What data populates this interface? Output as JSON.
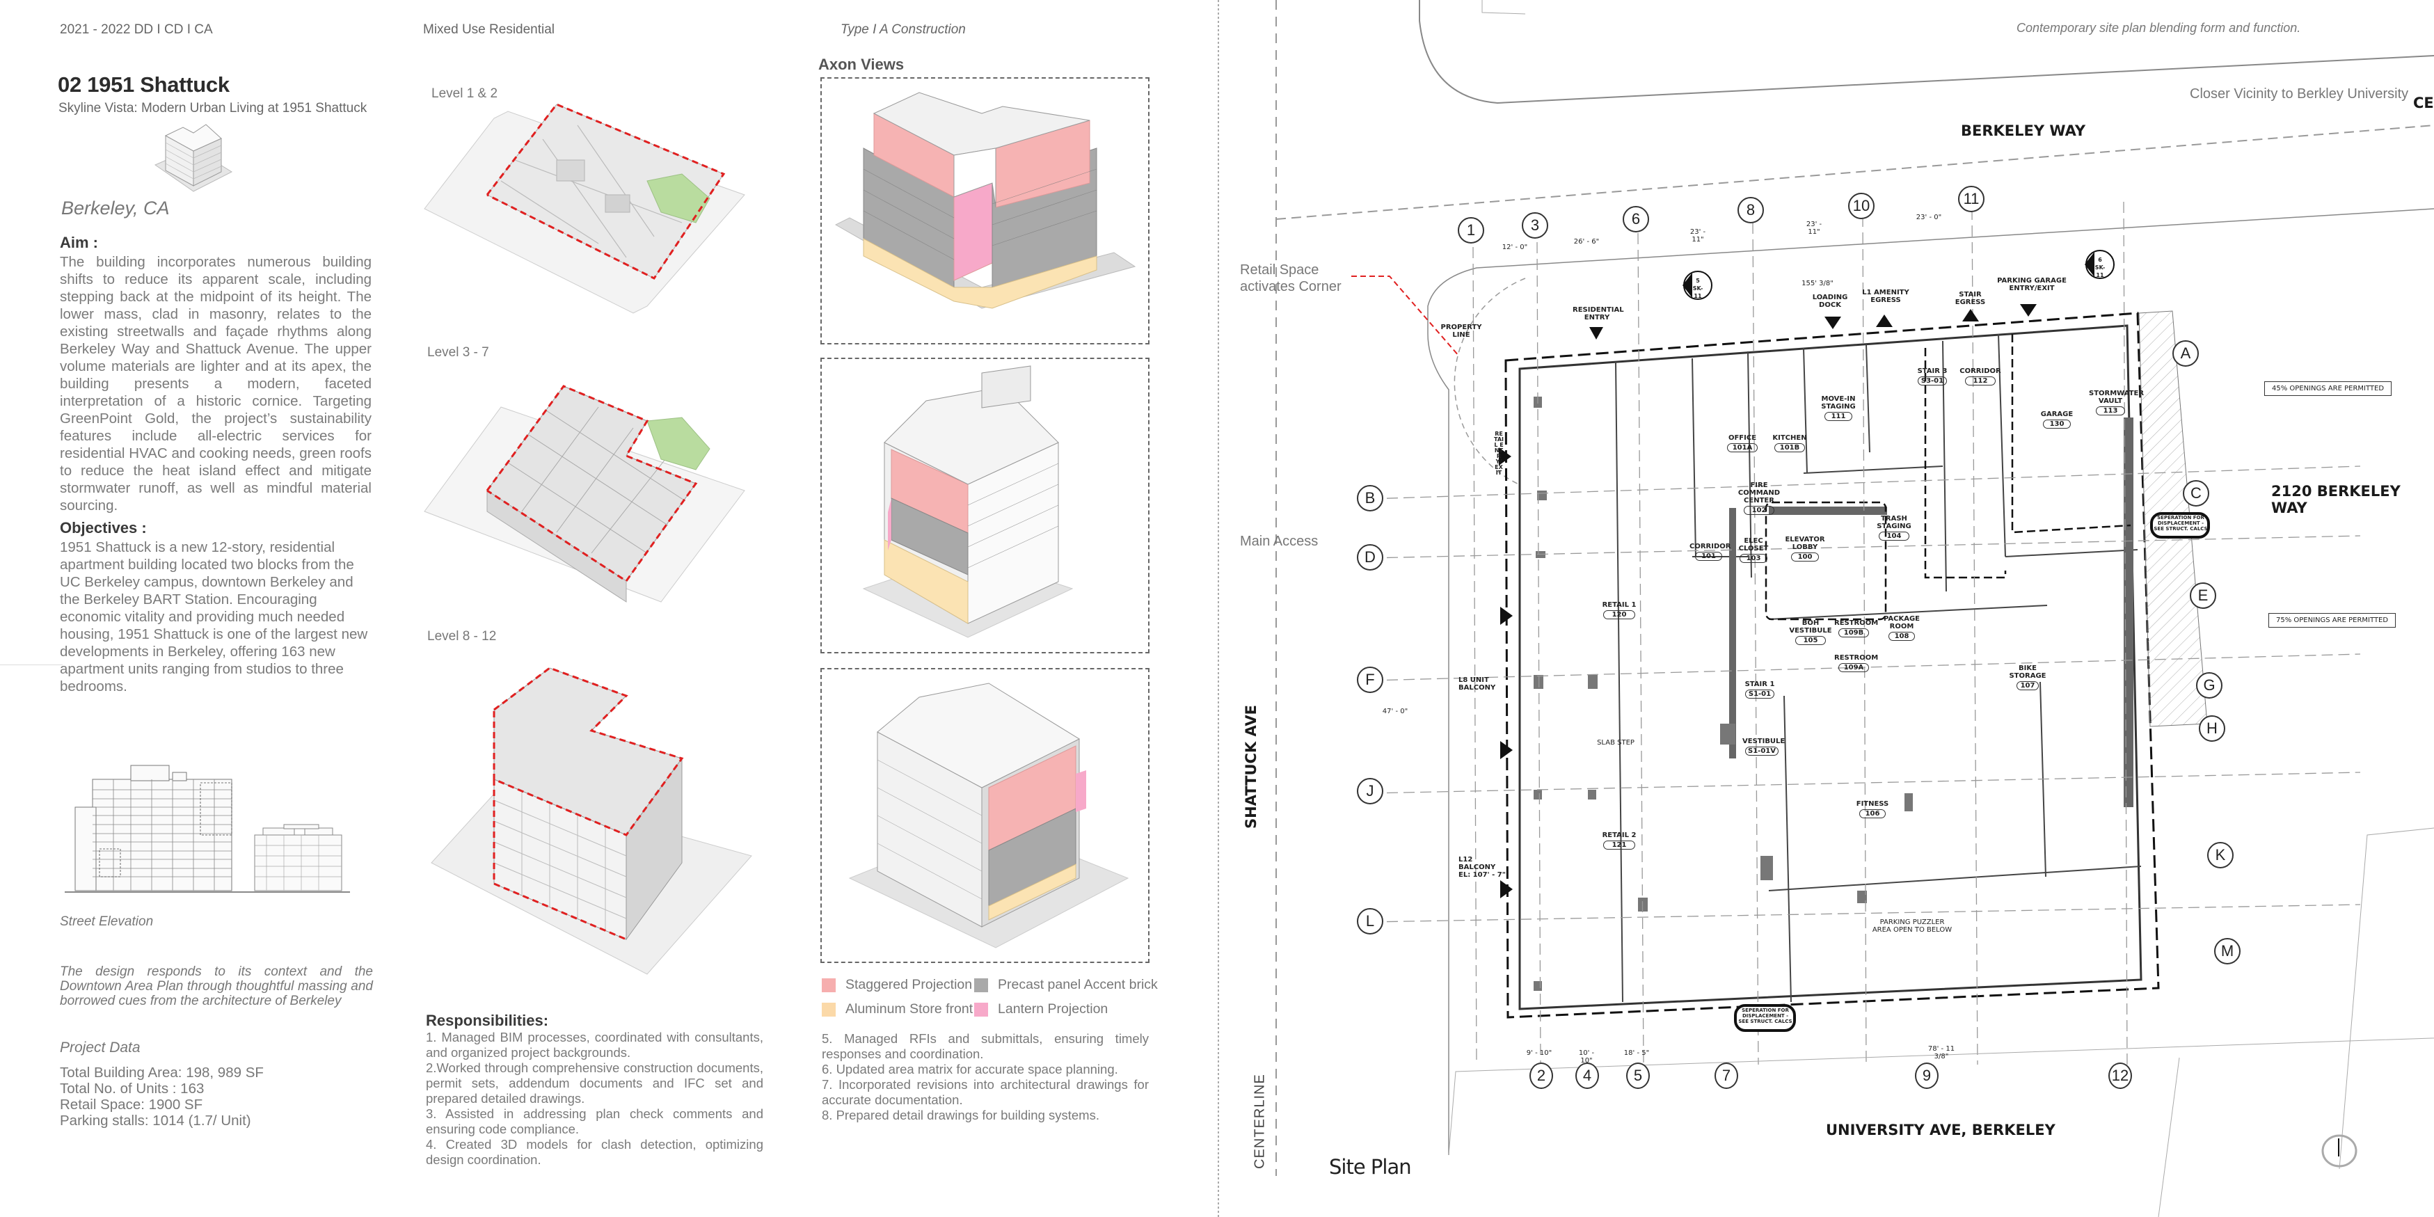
{
  "header": {
    "years_phases": "2021 - 2022  DD I CD I CA",
    "typology": "Mixed Use Residential",
    "construction_type": "Type I A Construction",
    "site_plan_tagline": "Contemporary site plan blending form and function."
  },
  "project": {
    "title": "02 1951 Shattuck",
    "subtitle": "Skyline Vista: Modern Urban Living at 1951 Shattuck",
    "location": "Berkeley, CA"
  },
  "aim": {
    "heading": "Aim :",
    "text": "The building incorporates numerous building shifts to reduce its apparent scale, including stepping back at the midpoint of its height. The lower mass, clad in masonry, relates to the existing streetwalls and façade rhythms along Berkeley Way and Shattuck Avenue. The upper volume materials are lighter and at its apex, the building presents a modern, faceted interpretation of a historic cornice. Targeting GreenPoint Gold, the project’s sustainability features include all-electric services for residential HVAC and cooking needs, green roofs to reduce the heat island effect and mitigate stormwater runoff, as well as mindful material sourcing."
  },
  "objectives": {
    "heading": "Objectives :",
    "text": "1951 Shattuck is a new 12-story, residential apartment building located two blocks from the UC Berkeley campus, downtown Berkeley and the Berkeley BART Station. Encouraging economic vitality and providing much needed housing, 1951 Shattuck is one of the largest new developments in Berkeley, offering 163 new apartment units ranging from studios to three bedrooms."
  },
  "street_elevation": {
    "caption": "Street Elevation",
    "description": "The design responds to its context and the Downtown Area Plan through thoughtful massing and borrowed cues from the architecture of Berkeley"
  },
  "project_data": {
    "heading": "Project Data",
    "rows": [
      "Total Building Area: 198, 989 SF",
      "Total No. of Units : 163",
      "Retail Space: 1900 SF",
      "Parking stalls: 1014 (1.7/ Unit)"
    ]
  },
  "plan_levels": [
    {
      "label": "Level 1 & 2"
    },
    {
      "label": "Level 3 - 7"
    },
    {
      "label": "Level 8 - 12"
    }
  ],
  "responsibilities": {
    "heading": "Responsibilities:",
    "items_col1": [
      "1. Managed BIM processes, coordinated with consultants, and organized project backgrounds.",
      "2.Worked through comprehensive construction documents, permit sets, addendum documents and IFC set and prepared detailed drawings.",
      "3. Assisted in addressing plan check comments and ensuring code compliance.",
      "4. Created 3D models for clash detection, optimizing design coordination."
    ],
    "items_col2": [
      "5. Managed RFIs and submittals, ensuring timely responses and coordination.",
      "6. Updated area matrix for accurate space planning.",
      "7. Incorporated revisions into architectural drawings for accurate documentation.",
      "8. Prepared detail drawings for building systems."
    ]
  },
  "axon": {
    "title": "Axon Views",
    "legend": [
      {
        "label": "Staggered Projection",
        "color": "#f6aeae"
      },
      {
        "label": "Precast panel Accent brick",
        "color": "#a9a9a9"
      },
      {
        "label": "Aluminum Store front",
        "color": "#fbd9a8"
      },
      {
        "label": "Lantern Projection",
        "color": "#f7a9c9"
      }
    ]
  },
  "site_plan": {
    "title": "Site Plan",
    "streets": {
      "north": "BERKELEY WAY",
      "west": "SHATTUCK AVE",
      "south": "UNIVERSITY AVE, BERKELEY",
      "east_building": "2120 BERKELEY WAY",
      "centerline": "CENTERLINE",
      "edge_cut": "CE"
    },
    "annotations": {
      "retail_corner": "Retail Space activates Corner",
      "main_access": "Main Access",
      "university": "Closer Vicinity to Berkley University"
    },
    "callouts": {
      "openings_45": "45% OPENINGS ARE PERMITTED",
      "openings_75": "75% OPENINGS ARE PERMITTED",
      "property_line": "PROPERTY LINE",
      "residential_entry": "RESIDENTIAL ENTRY",
      "loading_dock": "LOADING DOCK",
      "amenity_egress": "L1 AMENITY EGRESS",
      "stair_egress": "STAIR EGRESS",
      "garage_entry": "PARKING GARAGE ENTRY/EXIT",
      "retail_entry": "RETAIL ENTRY/EXIT",
      "l8_balcony": "L8 UNIT BALCONY",
      "l12_balcony": "L12 BALCONY EL: 107' - 7\"",
      "separation": "SEPERATION FOR DISPLACEMENT - SEE STRUCT. CALCS",
      "parking_puzzler": "PARKING PUZZLER AREA OPEN TO BELOW",
      "slab_step": "SLAB STEP",
      "section_5": "5 SK-11",
      "section_6": "6 SK-11"
    },
    "rooms": [
      {
        "name": "RETAIL 1",
        "num": "120"
      },
      {
        "name": "RETAIL 2",
        "num": "121"
      },
      {
        "name": "OFFICE",
        "num": "101A"
      },
      {
        "name": "KITCHEN",
        "num": "101B"
      },
      {
        "name": "FIRE COMMAND CENTER",
        "num": "102"
      },
      {
        "name": "MOVE-IN STAGING",
        "num": "111"
      },
      {
        "name": "STAIR 3",
        "num": "S3-01"
      },
      {
        "name": "CORRIDOR",
        "num": "112"
      },
      {
        "name": "GARAGE",
        "num": "130"
      },
      {
        "name": "STORMWATER VAULT",
        "num": "113"
      },
      {
        "name": "ELEC CLOSET",
        "num": "103"
      },
      {
        "name": "ELEVATOR LOBBY",
        "num": "100"
      },
      {
        "name": "CORRIDOR",
        "num": "101"
      },
      {
        "name": "TRASH STAGING",
        "num": "104"
      },
      {
        "name": "BOH VESTIBULE",
        "num": "105"
      },
      {
        "name": "RESTROOM",
        "num": "109B"
      },
      {
        "name": "RESTROOM",
        "num": "109A"
      },
      {
        "name": "PACKAGE ROOM",
        "num": "108"
      },
      {
        "name": "STAIR 1",
        "num": "S1-01"
      },
      {
        "name": "VESTIBULE",
        "num": "S1-01V"
      },
      {
        "name": "FITNESS",
        "num": "106"
      },
      {
        "name": "BIKE STORAGE",
        "num": "107"
      }
    ],
    "grid_top": [
      "1",
      "3",
      "6",
      "8",
      "10",
      "11"
    ],
    "grid_bottom": [
      "2",
      "4",
      "5",
      "7",
      "9",
      "12"
    ],
    "grid_left": [
      "B",
      "D",
      "F",
      "J",
      "L"
    ],
    "grid_right": [
      "A",
      "C",
      "E",
      "G",
      "H",
      "K",
      "M"
    ],
    "dimensions": {
      "top": [
        "12' - 0\"",
        "26' - 6\"",
        "23' - 11\"",
        "23' - 11\"",
        "23' - 0\""
      ],
      "overall_top": "155' 3/8\"",
      "bottom": [
        "9' - 10\"",
        "10' - 10\"",
        "18' - 5\"",
        "78' - 11 3/8\""
      ],
      "left_offset": "47' - 0\""
    },
    "north_arrow": "north-arrow-icon"
  }
}
